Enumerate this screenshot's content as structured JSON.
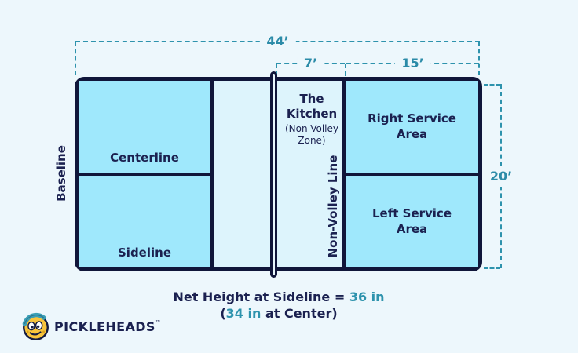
{
  "colors": {
    "background": "#EDF7FC",
    "court_line_navy": "#10163A",
    "text_navy": "#1B2150",
    "service_area_fill": "#9FE8FC",
    "kitchen_fill": "#DDF4FC",
    "dimension_teal": "#2E93AD",
    "logo_yellow": "#F8C43C"
  },
  "dimensions": {
    "total_width": "44’",
    "kitchen_width": "7’",
    "service_width": "15’",
    "court_height": "20’"
  },
  "court": {
    "baseline": "Baseline",
    "centerline": "Centerline",
    "sideline": "Sideline",
    "kitchen_line1": "The",
    "kitchen_line2": "Kitchen",
    "kitchen_sub": "(Non-Volley Zone)",
    "non_volley_line": "Non-Volley Line",
    "right_service": "Right Service Area",
    "left_service": "Left Service Area"
  },
  "net_note": {
    "line1_text": "Net Height at Sideline = ",
    "line1_value": "36 in",
    "line2_pre": "(",
    "line2_value": "34 in",
    "line2_post": " at Center)"
  },
  "logo": {
    "brand": "PICKLEHEADS",
    "trademark": "™"
  },
  "icons": {
    "ball_mascot": "pickleball-smiley-with-headband"
  }
}
